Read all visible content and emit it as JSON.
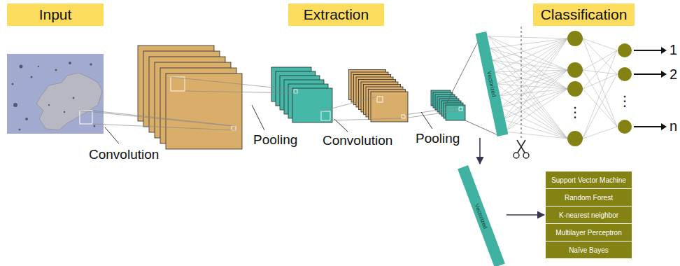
{
  "diagram": {
    "nodes": [
      {
        "text": [
          "Input"
        ]
      },
      {
        "text": [
          "Extraction"
        ]
      },
      {
        "text": [
          "Classification"
        ]
      },
      {
        "text": [
          "Vectorized"
        ]
      },
      {
        "text": [
          "Vectorized"
        ]
      },
      {
        "text": [
          "Support Vector Machine"
        ]
      },
      {
        "text": [
          "Random Forest"
        ]
      },
      {
        "text": [
          "K-nearest neighbor"
        ]
      },
      {
        "text": [
          "Multilayer Perceptron"
        ]
      },
      {
        "text": [
          "Naïve Bayes"
        ]
      }
    ],
    "edges": [
      {
        "from": 3,
        "to": 4,
        "arrow": "to"
      },
      {
        "from": 4,
        "to": 7,
        "arrow": "to"
      }
    ],
    "labels": [
      "Convolution",
      "Pooling",
      "Convolution",
      "Pooling",
      "1",
      "2",
      "n",
      "⋮",
      "⋮"
    ]
  }
}
